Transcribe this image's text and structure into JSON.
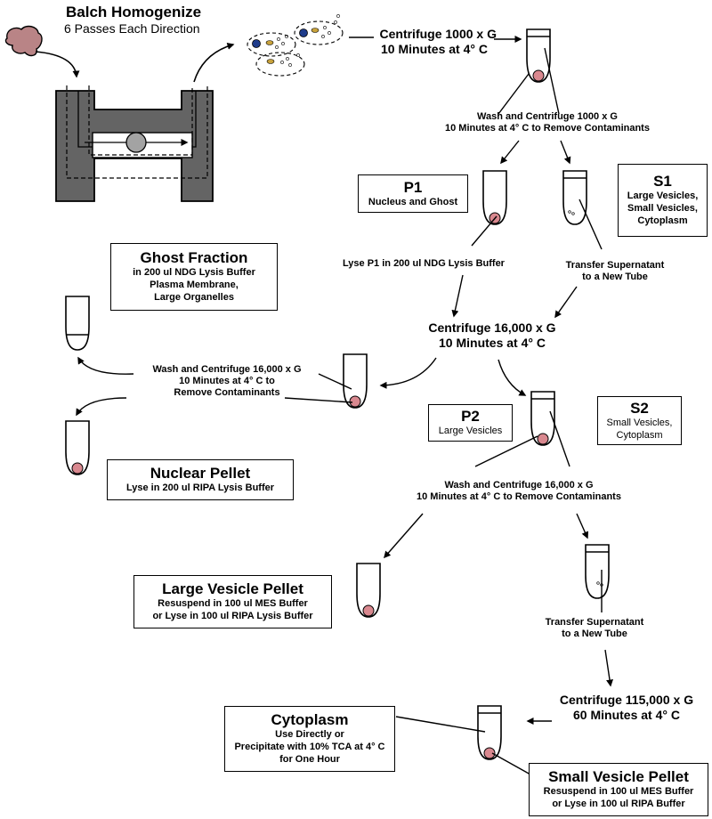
{
  "header": {
    "title": "Balch Homogenize",
    "subtitle": "6 Passes Each Direction"
  },
  "steps": {
    "spin1": [
      "Centrifuge 1000 x G",
      "10 Minutes at 4° C"
    ],
    "wash1": [
      "Wash and Centrifuge 1000 x G",
      "10 Minutes at 4° C to Remove Contaminants"
    ],
    "lyse_p1": "Lyse P1 in 200 ul NDG Lysis Buffer",
    "transfer1": [
      "Transfer Supernatant",
      "to a New Tube"
    ],
    "spin2": [
      "Centrifuge 16,000 x G",
      "10 Minutes at 4° C"
    ],
    "wash2": [
      "Wash and Centrifuge 16,000 x G",
      "10 Minutes at 4° C to",
      "Remove Contaminants"
    ],
    "wash3": [
      "Wash and Centrifuge 16,000 x G",
      "10 Minutes at 4° C to Remove Contaminants"
    ],
    "transfer2": [
      "Transfer Supernatant",
      "to a New Tube"
    ],
    "spin3": [
      "Centrifuge 115,000 x G",
      "60 Minutes at 4° C"
    ]
  },
  "boxes": {
    "p1": {
      "title": "P1",
      "lines": [
        "Nucleus and Ghost"
      ]
    },
    "s1": {
      "title": "S1",
      "lines": [
        "Large Vesicles,",
        "Small Vesicles,",
        "Cytoplasm"
      ]
    },
    "ghost": {
      "title": "Ghost Fraction",
      "lines": [
        "in 200 ul NDG Lysis Buffer",
        "Plasma Membrane,",
        "Large Organelles"
      ]
    },
    "nuclear": {
      "title": "Nuclear Pellet",
      "lines": [
        "Lyse in 200 ul RIPA Lysis Buffer"
      ]
    },
    "p2": {
      "title": "P2",
      "lines": [
        "Large Vesicles"
      ]
    },
    "s2": {
      "title": "S2",
      "lines": [
        "Small Vesicles,",
        "Cytoplasm"
      ]
    },
    "large_vesicle": {
      "title": "Large Vesicle Pellet",
      "lines": [
        "Resuspend in 100 ul MES Buffer",
        "or Lyse in 100 ul RIPA Lysis Buffer"
      ]
    },
    "cytoplasm": {
      "title": "Cytoplasm",
      "lines": [
        "Use Directly or",
        "Precipitate with 10% TCA at 4° C",
        "for One Hour"
      ]
    },
    "small_vesicle": {
      "title": "Small Vesicle Pellet",
      "lines": [
        "Resuspend in 100 ul MES Buffer",
        "or Lyse in 100 ul RIPA Buffer"
      ]
    }
  },
  "colors": {
    "pellet": "#d9888f",
    "homogenizer": "#646464",
    "tissue": "#b98486"
  }
}
